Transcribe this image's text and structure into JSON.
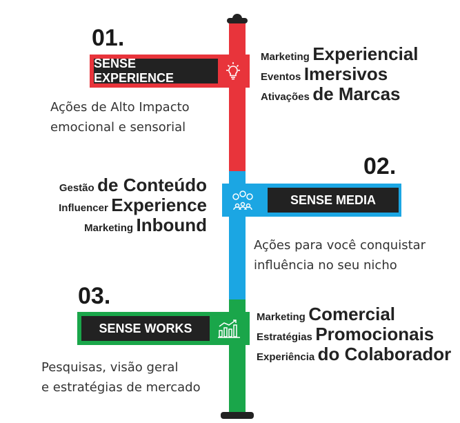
{
  "sections": [
    {
      "number": "01.",
      "title": "SENSE EXPERIENCE",
      "icon": "lightbulb-icon",
      "color": "#e8343b",
      "lines": [
        {
          "small": "Marketing",
          "large": "Experiencial"
        },
        {
          "small": "Eventos",
          "large": "Imersivos"
        },
        {
          "small": "Ativações",
          "large": "de Marcas"
        }
      ],
      "desc": [
        "Ações de Alto Impacto",
        "emocional e sensorial"
      ]
    },
    {
      "number": "02.",
      "title": "SENSE MEDIA",
      "icon": "social-network-icon",
      "color": "#1ba6e3",
      "lines": [
        {
          "small": "Gestão",
          "large": "de Conteúdo"
        },
        {
          "small": "Influencer",
          "large": "Experience"
        },
        {
          "small": "Marketing",
          "large": "Inbound"
        }
      ],
      "desc": [
        "Ações para você conquistar",
        "influência no seu nicho"
      ]
    },
    {
      "number": "03.",
      "title": "SENSE WORKS",
      "icon": "bar-chart-icon",
      "color": "#1aa64a",
      "lines": [
        {
          "small": "Marketing",
          "large": "Comercial"
        },
        {
          "small": "Estratégias",
          "large": "Promocionais"
        },
        {
          "small": "Experiência",
          "large": "do Colaborador"
        }
      ],
      "desc": [
        "Pesquisas, visão geral",
        "e estratégias de mercado"
      ]
    }
  ]
}
